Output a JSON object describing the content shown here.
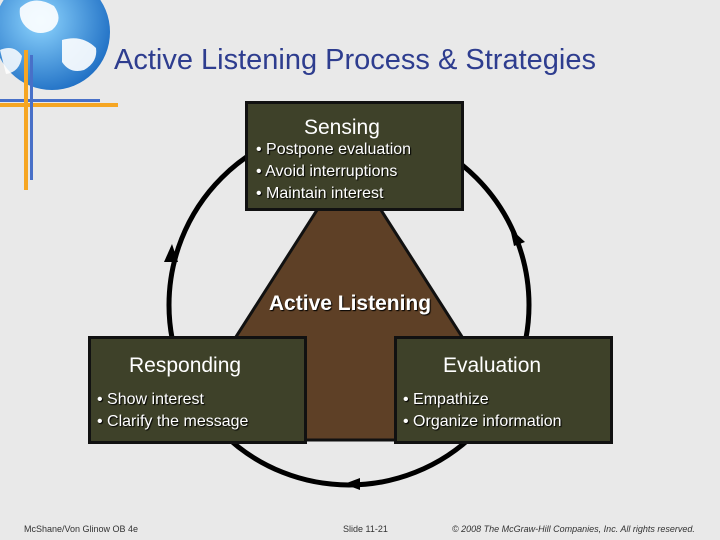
{
  "title": "Active Listening Process & Strategies",
  "colors": {
    "background": "#e9e9e9",
    "title": "#2e3d8f",
    "box_fill": "#3e4129",
    "center_fill": "#5e4026",
    "accent_orange": "#f6a623",
    "accent_blue": "#4870c8"
  },
  "center": {
    "label": "Active Listening"
  },
  "boxes": {
    "sensing": {
      "title": "Sensing",
      "items": [
        "• Postpone evaluation",
        "• Avoid interruptions",
        "• Maintain interest"
      ]
    },
    "responding": {
      "title": "Responding",
      "items": [
        "• Show interest",
        "• Clarify the message"
      ]
    },
    "evaluation": {
      "title": "Evaluation",
      "items": [
        "• Empathize",
        "• Organize information"
      ]
    }
  },
  "footer": {
    "left": "McShane/Von Glinow OB 4e",
    "center": "Slide 11-21",
    "right": "© 2008 The McGraw-Hill Companies, Inc. All rights reserved."
  },
  "icons": [
    "globe-icon",
    "cycle-arrow-icon"
  ]
}
